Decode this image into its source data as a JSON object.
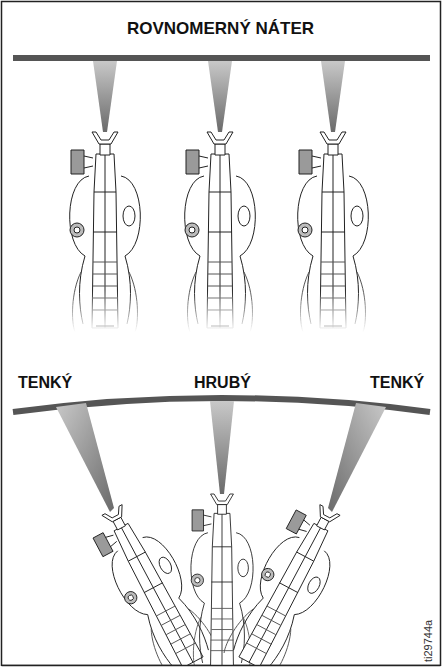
{
  "diagram": {
    "title": "ROVNOMERNÝ NÁTER",
    "labels": [
      "TENKÝ",
      "HRUBÝ",
      "TENKÝ",
      "ti29744a"
    ]
  }
}
